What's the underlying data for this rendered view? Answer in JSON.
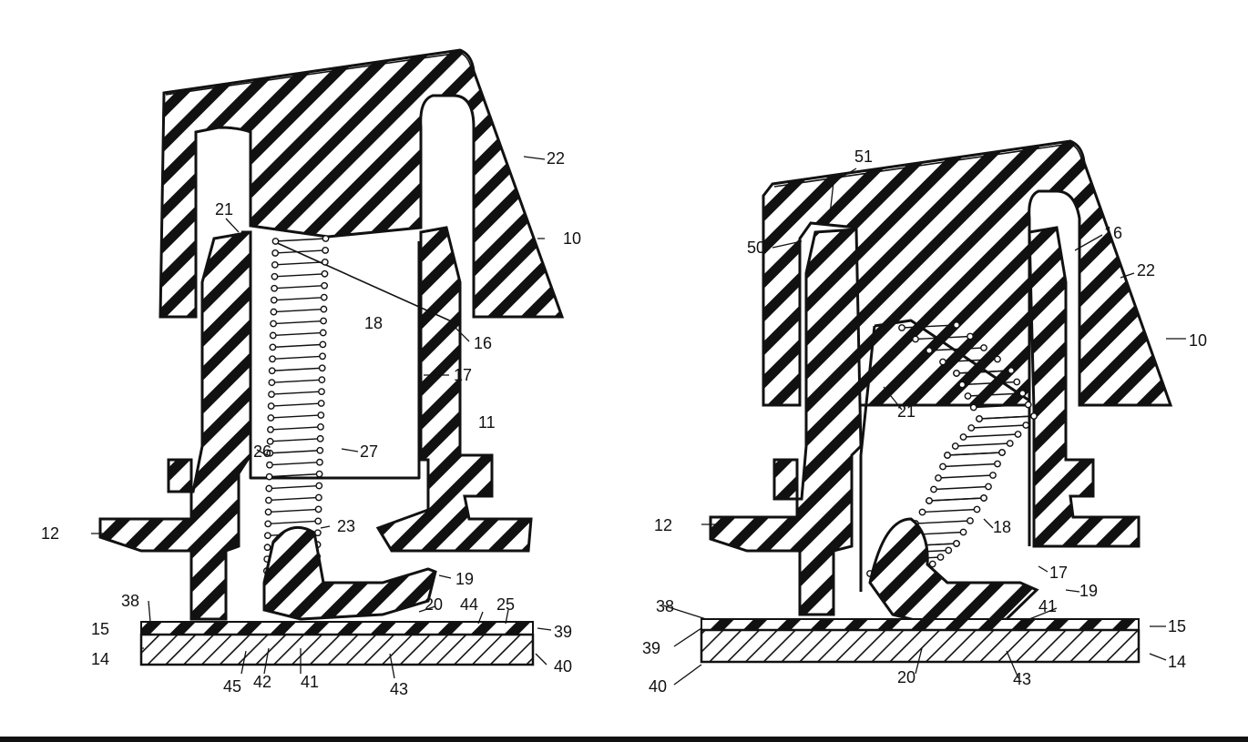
{
  "figures": [
    {
      "id": "left",
      "labels": [
        "22",
        "10",
        "21",
        "16",
        "18",
        "17",
        "11",
        "26",
        "27",
        "23",
        "12",
        "19",
        "38",
        "20",
        "44",
        "25",
        "15",
        "39",
        "14",
        "40",
        "45",
        "42",
        "41",
        "43"
      ]
    },
    {
      "id": "right",
      "labels": [
        "51",
        "16",
        "50",
        "22",
        "10",
        "21",
        "18",
        "17",
        "12",
        "19",
        "38",
        "41",
        "15",
        "39",
        "14",
        "40",
        "20",
        "43"
      ]
    }
  ],
  "colors": {
    "ink": "#111111",
    "paper": "#ffffff"
  }
}
